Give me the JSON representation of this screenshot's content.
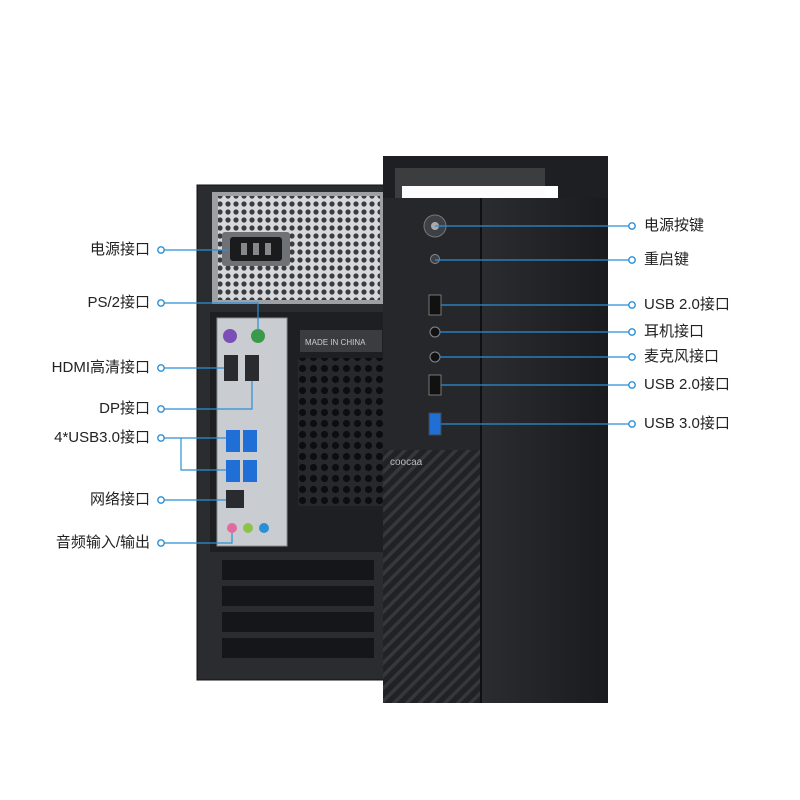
{
  "colors": {
    "callout": "#2b8fd6",
    "chassis_dark": "#1e1f22",
    "chassis_mid": "#2c2e33",
    "io_plate": "#c9cdd2",
    "usb3_blue": "#1f6fd6"
  },
  "brand": {
    "logo_text": "coocaa",
    "io_plate_text": "MADE IN CHINA"
  },
  "rear_labels": [
    "电源接口",
    "PS/2接口",
    "HDMI高清接口",
    "DP接口",
    "4*USB3.0接口",
    "网络接口",
    "音频输入/输出"
  ],
  "front_labels": [
    "电源按键",
    "重启键",
    "USB 2.0接口",
    "耳机接口",
    "麦克风接口",
    "USB 2.0接口",
    "USB 3.0接口"
  ]
}
